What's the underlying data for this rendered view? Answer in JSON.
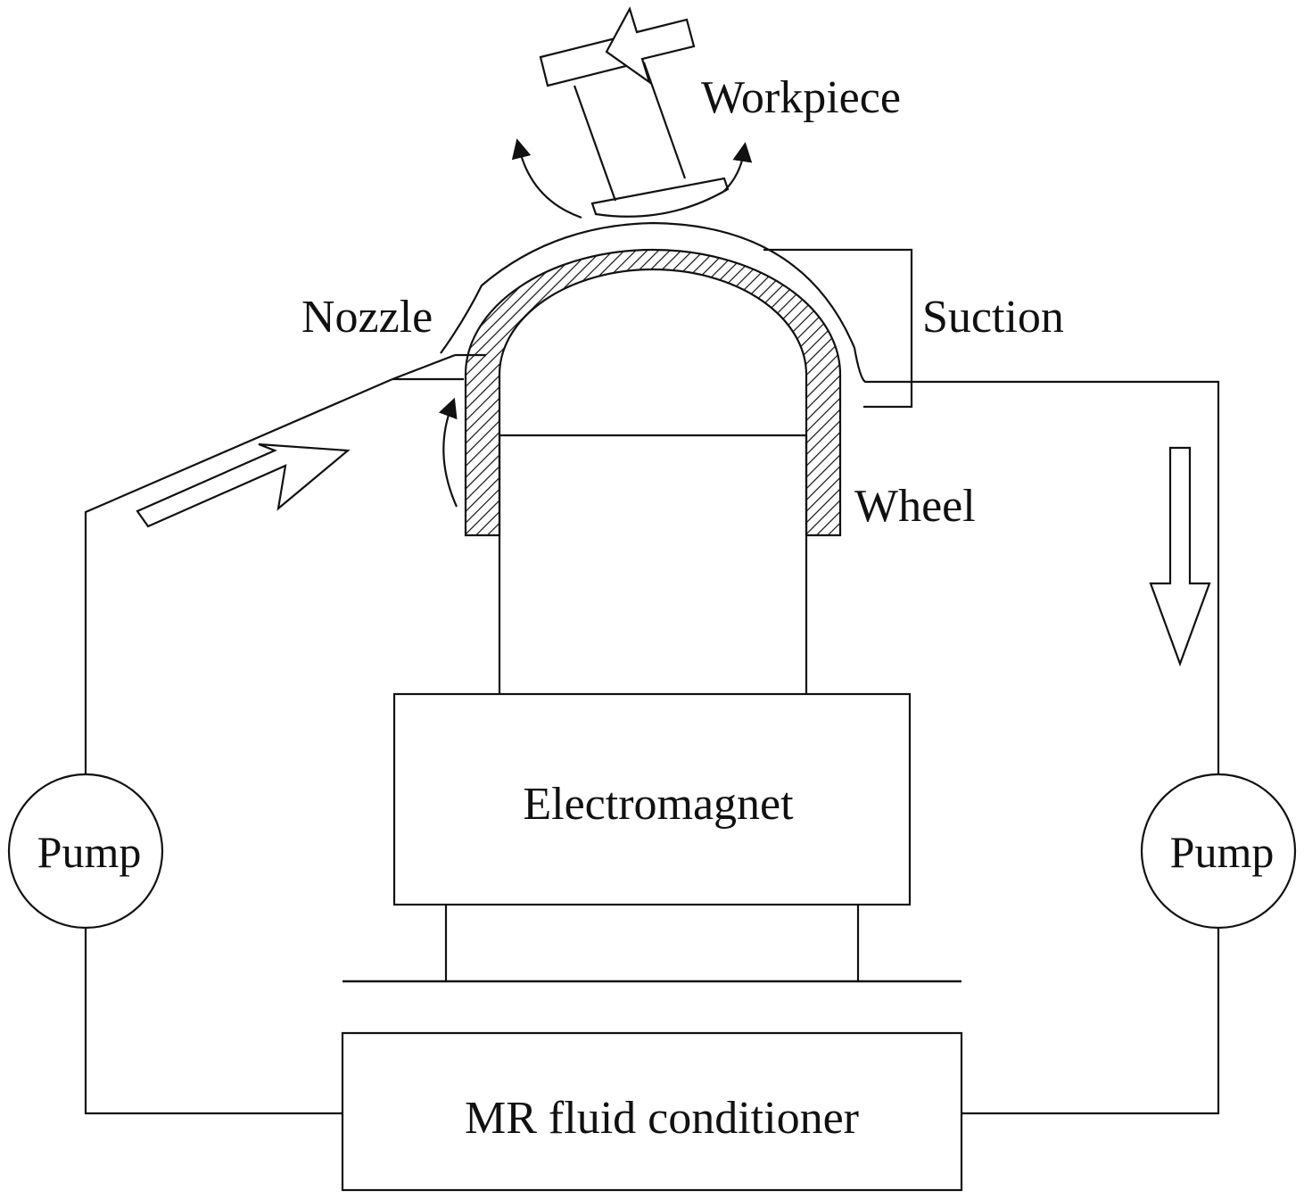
{
  "labels": {
    "workpiece": "Workpiece",
    "nozzle": "Nozzle",
    "suction": "Suction",
    "wheel": "Wheel",
    "electromagnet": "Electromagnet",
    "pump_left": "Pump",
    "pump_right": "Pump",
    "conditioner": "MR fluid conditioner"
  },
  "colors": {
    "line": "#111111",
    "background": "#ffffff"
  }
}
